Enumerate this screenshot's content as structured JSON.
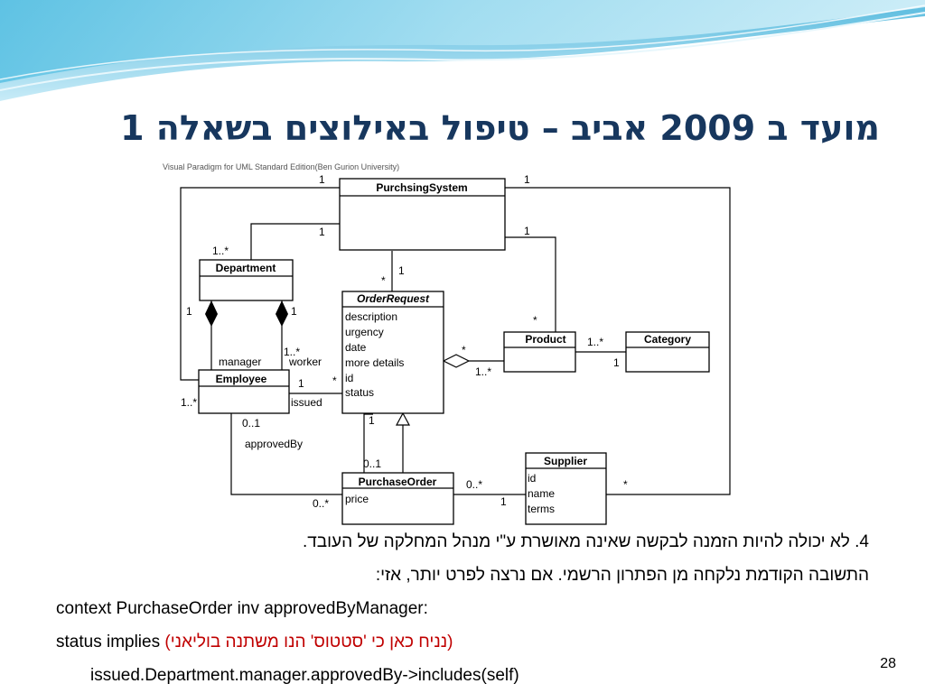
{
  "slide": {
    "title": "מועד ב 2009 אביב – טיפול באילוצים בשאלה 1",
    "page_number": "28",
    "colors": {
      "title": "#17375e",
      "wave": "#5bc0de",
      "red_text": "#c00000"
    }
  },
  "diagram": {
    "watermark": "Visual Paradigm for UML Standard Edition(Ben Gurion University)",
    "classes": {
      "purchsing_system": {
        "name": "PurchsingSystem"
      },
      "department": {
        "name": "Department"
      },
      "order_request": {
        "name": "OrderRequest",
        "attributes": [
          "description",
          "urgency",
          "date",
          "more details",
          "id",
          "status"
        ]
      },
      "employee": {
        "name": "Employee"
      },
      "product": {
        "name": "Product"
      },
      "category": {
        "name": "Category"
      },
      "purchase_order": {
        "name": "PurchaseOrder",
        "attributes": [
          "price"
        ]
      },
      "supplier": {
        "name": "Supplier",
        "attributes": [
          "id",
          "name",
          "terms"
        ]
      }
    },
    "labels": {
      "ps_top_left_1": "1",
      "ps_top_right_1": "1",
      "ps_dept_1": "1",
      "dept_many": "1..*",
      "ps_prod_1": "1",
      "or_star": "*",
      "or_ps_1": "1",
      "dept_emp_left_1": "1",
      "dept_emp_right_1": "1",
      "manager": "manager",
      "worker_mult": "1..*",
      "worker": "worker",
      "emp_star": "*",
      "emp_issued_1": "1",
      "issued": "issued",
      "emp_ps_many": "1..*",
      "emp_po_01": "0..1",
      "approved_by": "approvedBy",
      "or_prod_star": "*",
      "or_prod_many": "1..*",
      "prod_star": "*",
      "prod_cat_many": "1..*",
      "prod_cat_1": "1",
      "or_po_1": "1",
      "po_or_01": "0..1",
      "po_sup_many": "0..*",
      "po_sup_1": "1",
      "sup_star": "*",
      "po_approved_many": "0..*"
    }
  },
  "text": {
    "line1": "4. לא יכולה להיות הזמנה לבקשה שאינה מאושרת ע\"י מנהל המחלקה של העובד.",
    "line2": "התשובה הקודמת נלקחה מן הפתרון הרשמי. אם נרצה לפרט יותר, אזי:",
    "line3": "context PurchaseOrder inv approvedByManager:",
    "line4_code": "status implies",
    "line4_note": "(נניח כאן כי 'סטטוס' הנו משתנה בוליאני)",
    "line5": "issued.Department.manager.approvedBy->includes(self)"
  }
}
